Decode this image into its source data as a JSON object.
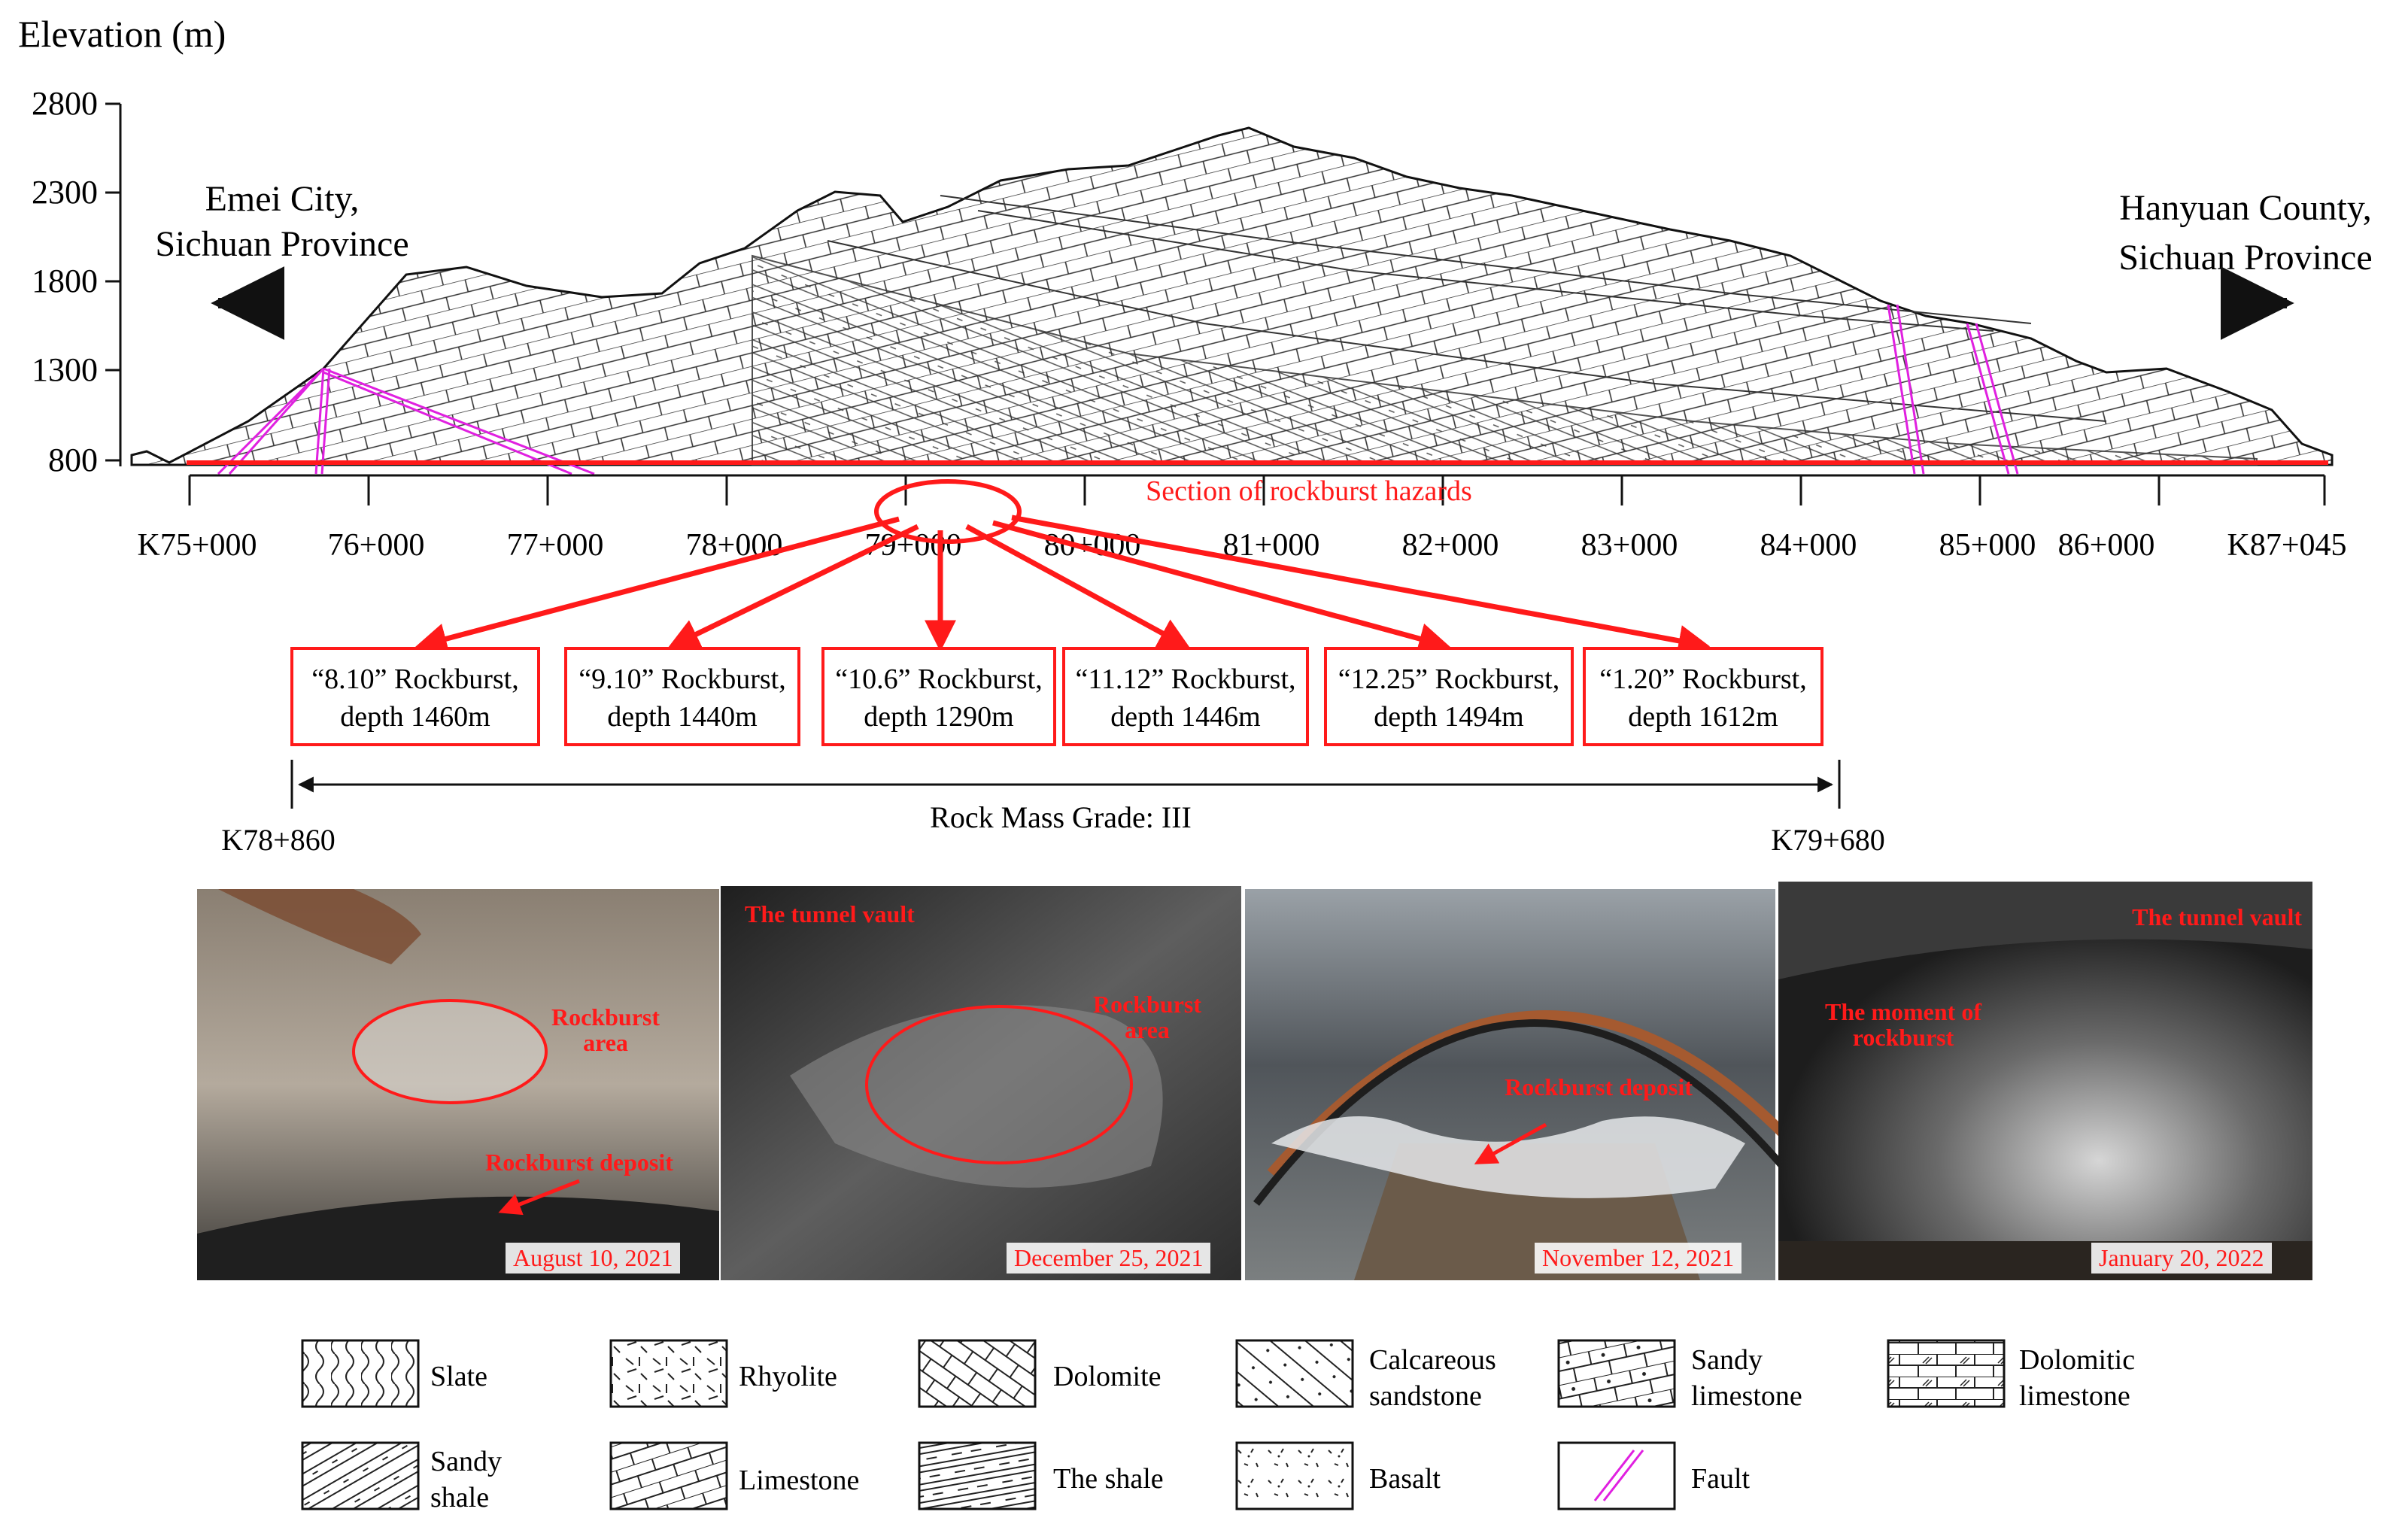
{
  "figure": {
    "y_axis_label": "Elevation (m)",
    "y_ticks": [
      "2800",
      "2300",
      "1800",
      "1300",
      "800"
    ],
    "left_destination": [
      "Emei City,",
      "Sichuan Province"
    ],
    "right_destination": [
      "Hanyuan County,",
      "Sichuan Province"
    ],
    "chainage_labels": [
      "K75+000",
      "76+000",
      "77+000",
      "78+000",
      "79+000",
      "80+000",
      "81+000",
      "82+000",
      "83+000",
      "84+000",
      "85+000",
      "86+000",
      "K87+045"
    ],
    "hazard_section_label": "Section of rockburst hazards",
    "rockburst_events": [
      {
        "line1": "“8.10” Rockburst,",
        "line2": "depth 1460m"
      },
      {
        "line1": "“9.10” Rockburst,",
        "line2": "depth 1440m"
      },
      {
        "line1": "“10.6” Rockburst,",
        "line2": "depth 1290m"
      },
      {
        "line1": "“11.12” Rockburst,",
        "line2": "depth 1446m"
      },
      {
        "line1": "“12.25” Rockburst,",
        "line2": "depth 1494m"
      },
      {
        "line1": "“1.20” Rockburst,",
        "line2": "depth 1612m"
      }
    ],
    "span_start": "K78+860",
    "span_end": "K79+680",
    "rock_mass_grade": "Rock Mass Grade: III",
    "photos": [
      {
        "date": "August 10, 2021",
        "labels": [
          "Rockburst area",
          "Rockburst deposit"
        ]
      },
      {
        "date": "December 25, 2021",
        "labels": [
          "The tunnel vault",
          "Rockburst area"
        ]
      },
      {
        "date": "November 12, 2021",
        "labels": [
          "Rockburst deposit"
        ]
      },
      {
        "date": "January 20, 2022",
        "labels": [
          "The tunnel vault",
          "The moment of rockburst"
        ]
      }
    ],
    "legend": [
      {
        "name": "Slate",
        "pattern": "wavy"
      },
      {
        "name": "Rhyolite",
        "pattern": "dashes"
      },
      {
        "name": "Dolomite",
        "pattern": "diagonal-brick"
      },
      {
        "name": "Calcareous sandstone",
        "pattern": "diagonal-dots"
      },
      {
        "name": "Sandy limestone",
        "pattern": "brick-dots"
      },
      {
        "name": "Dolomitic limestone",
        "pattern": "brick-hatch"
      },
      {
        "name": "Sandy shale",
        "pattern": "diagonal-dash"
      },
      {
        "name": "Limestone",
        "pattern": "brick"
      },
      {
        "name": "The shale",
        "pattern": "parallel-dash"
      },
      {
        "name": "Basalt",
        "pattern": "ticks"
      },
      {
        "name": "Fault",
        "pattern": "magenta-lines"
      }
    ],
    "colors": {
      "accent_red": "#ff1a1a",
      "fault_magenta": "#e020e0",
      "line": "#111111"
    }
  }
}
